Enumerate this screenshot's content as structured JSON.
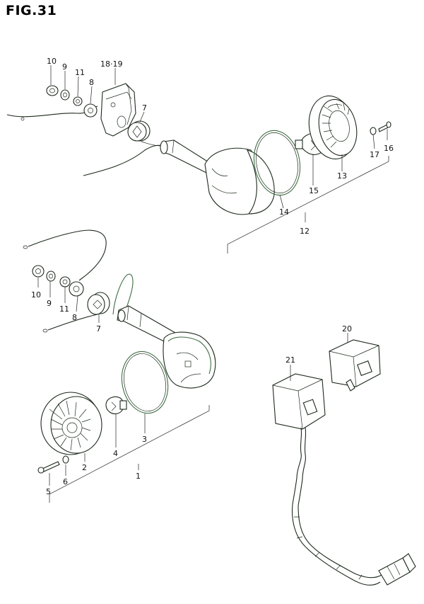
{
  "figure": {
    "title": "FIG.31"
  },
  "callouts": {
    "c1": "1",
    "c2": "2",
    "c3": "3",
    "c4": "4",
    "c5": "5",
    "c6": "6",
    "c7a": "7",
    "c7b": "7",
    "c8a": "8",
    "c8b": "8",
    "c9a": "9",
    "c9b": "9",
    "c10a": "10",
    "c10b": "10",
    "c11a": "11",
    "c11b": "11",
    "c12": "12",
    "c13": "13",
    "c14": "14",
    "c15": "15",
    "c16": "16",
    "c17": "17",
    "c1819": "18·19",
    "c20": "20",
    "c21": "21"
  }
}
